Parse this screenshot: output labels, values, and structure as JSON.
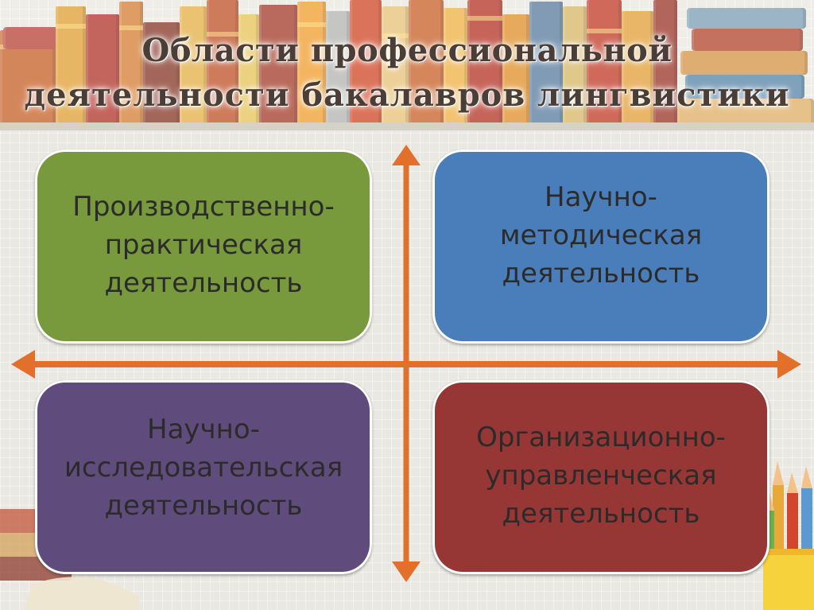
{
  "slide": {
    "title_line1": "Области профессиональной",
    "title_line2": "деятельности бакалавров лингвистики"
  },
  "quadrants": [
    {
      "lines": [
        "Производственно-",
        "практическая",
        "деятельность"
      ],
      "color": "#79993d"
    },
    {
      "lines": [
        "Научно-",
        "методическая",
        "деятельность"
      ],
      "color": "#4a7ebb"
    },
    {
      "lines": [
        "Научно-",
        "исследовательская",
        "деятельность"
      ],
      "color": "#5f4c7c"
    },
    {
      "lines": [
        "Организационно-",
        "управленческая",
        "деятельность"
      ],
      "color": "#963735"
    }
  ],
  "arrow_color": "#e2702a",
  "decor": {
    "top": "bookshelf-illustration",
    "bottom_left": "book-stack-illustration",
    "bottom_right": "pencil-cup-illustration"
  }
}
